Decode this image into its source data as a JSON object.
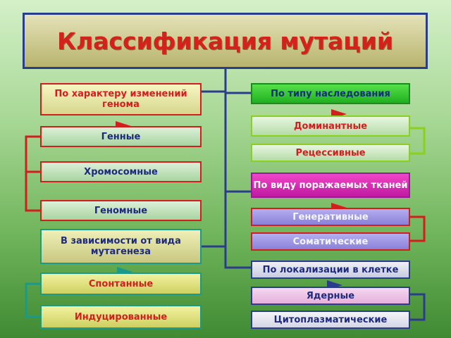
{
  "title": "Классификация мутаций",
  "left": {
    "genome_header": "По характеру изменений генома",
    "genome_items": [
      "Генные",
      "Хромосомные",
      "Геномные"
    ],
    "mutagen_header": "В зависимости от вида мутагенеза",
    "mutagen_items": [
      "Спонтанные",
      "Индуцированные"
    ]
  },
  "right": {
    "inheritance_header": "По типу наследования",
    "inheritance_items": [
      "Доминантные",
      "Рецессивные"
    ],
    "tissue_header": "По виду поражаемых тканей",
    "tissue_items": [
      "Генеративные",
      "Соматические"
    ],
    "location_header": "По локализации в клетке",
    "location_items": [
      "Ядерные",
      "Цитоплазматические"
    ]
  },
  "colors": {
    "connector_blue": "#2c3c8c",
    "connector_red": "#d41e1e",
    "connector_teal": "#1a9a8a",
    "connector_lime": "#8ad01e",
    "title_text": "#d4211c"
  }
}
